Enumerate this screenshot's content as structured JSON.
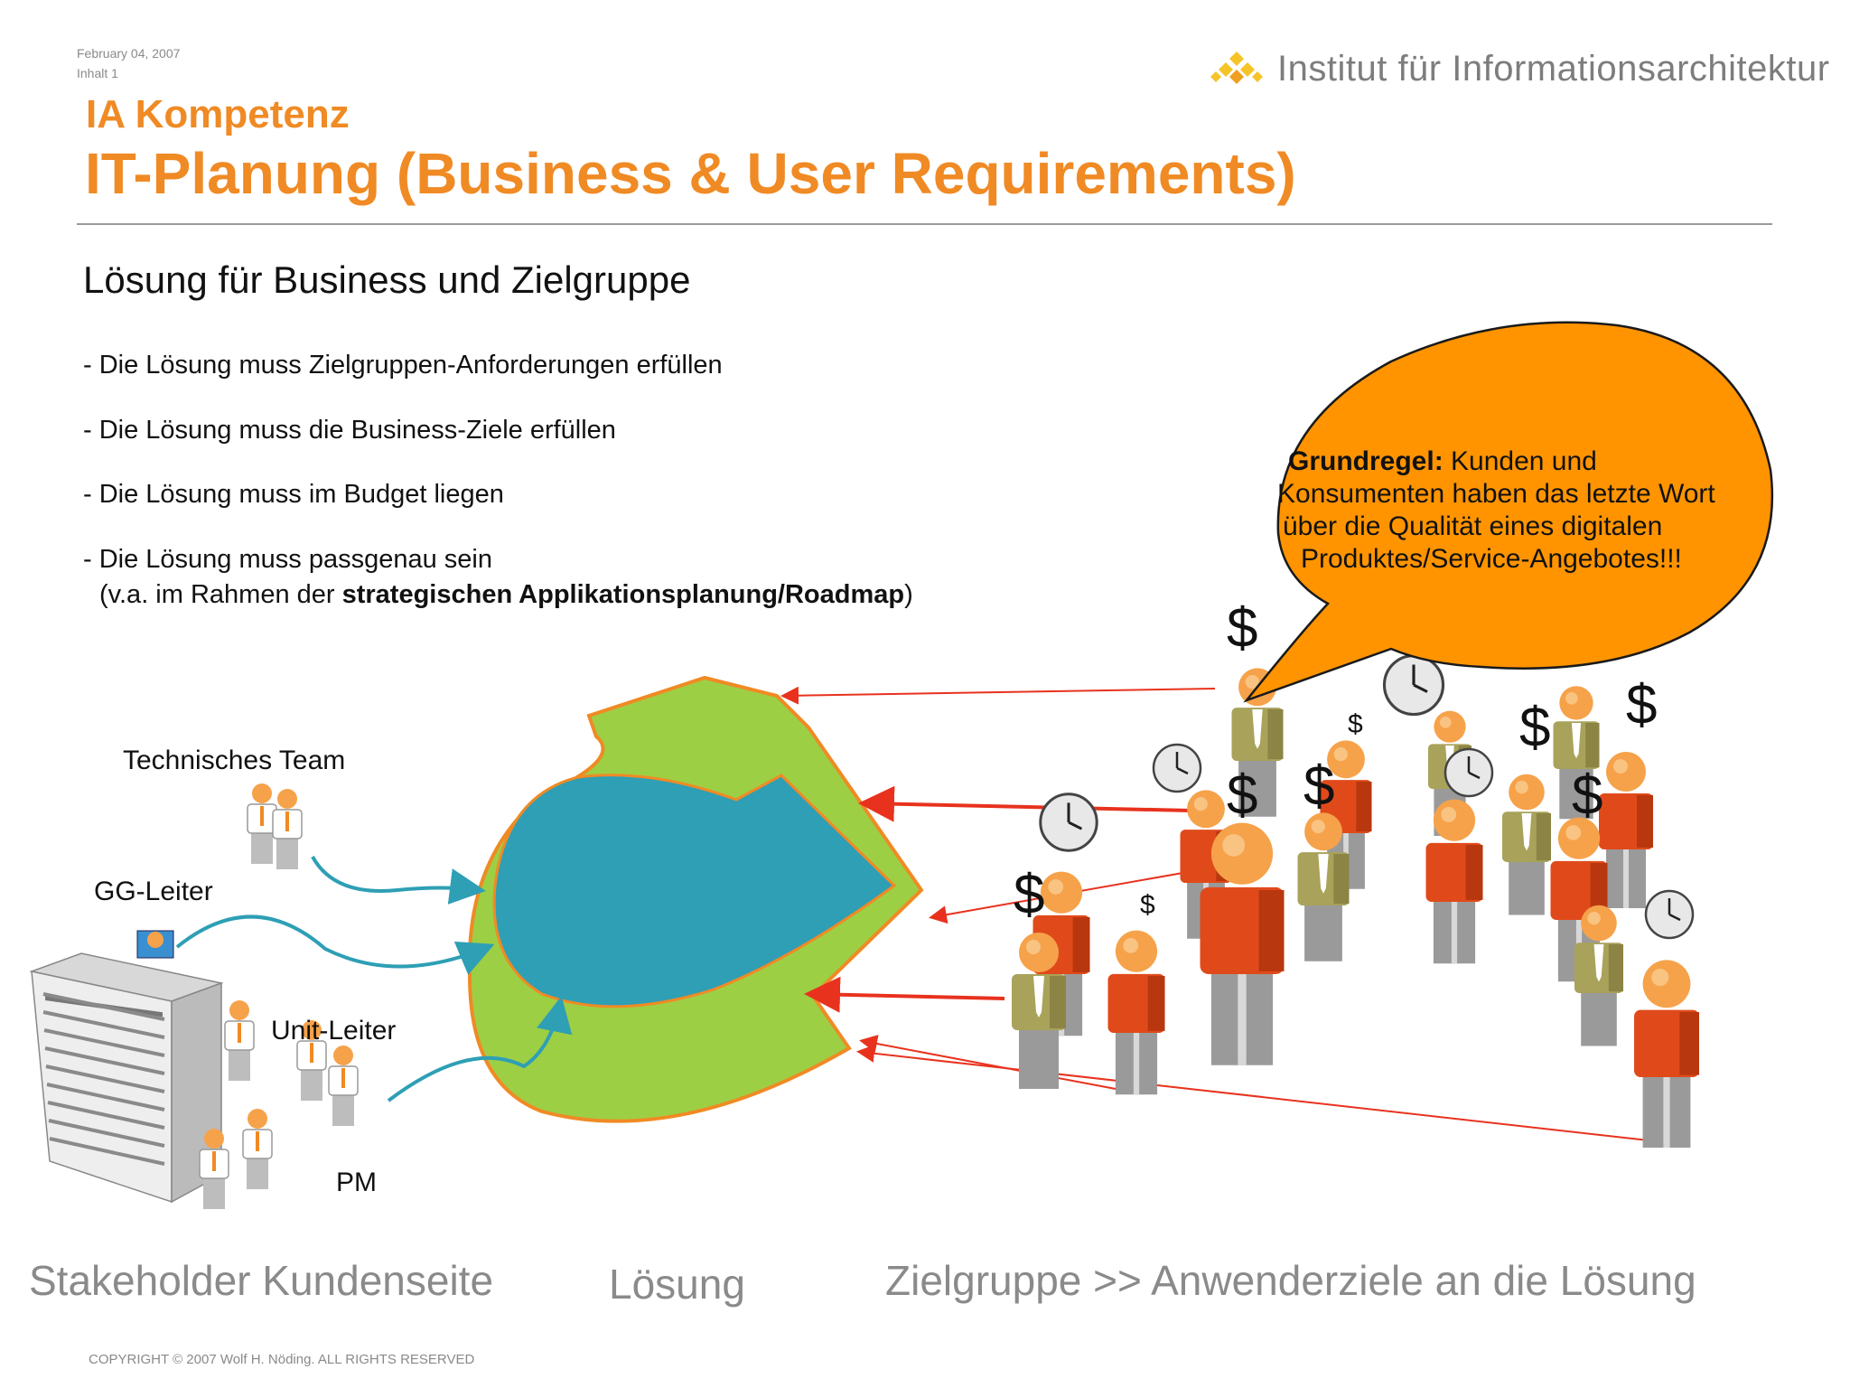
{
  "meta": {
    "date": "February 04, 2007",
    "page": "Inhalt 1"
  },
  "brand": {
    "name": "Institut für Informationsarchitektur",
    "accent": "#f08a24"
  },
  "header": {
    "kicker": "IA Kompetenz",
    "title": "IT-Planung (Business & User Requirements)"
  },
  "content": {
    "heading": "Lösung für Business und Zielgruppe",
    "bullets": [
      "- Die Lösung muss Zielgruppen-Anforderungen erfüllen",
      "- Die Lösung muss die Business-Ziele erfüllen",
      "- Die Lösung muss im Budget liegen",
      "- Die Lösung muss passgenau sein"
    ],
    "bullet4_pre": "(v.a. im Rahmen der ",
    "bullet4_bold": "strategischen Applikationsplanung/Roadmap",
    "bullet4_post": ")"
  },
  "speech_bubble": {
    "bold": "Grundregel:",
    "line1": " Kunden und",
    "line2": "Konsumenten haben das letzte Wort",
    "line3": "über die Qualität eines digitalen",
    "line4": "Produktes/Service-Angebotes!!!",
    "color": "#ff9400"
  },
  "stakeholders": {
    "technisches_team": "Technisches Team",
    "gg_leiter": "GG-Leiter",
    "unit_leiter": "Unit-Leiter",
    "pm": "PM"
  },
  "solution_colors": {
    "outer": "#9dcf45",
    "inner": "#2e9fb5",
    "border": "#f08a24"
  },
  "bottom_labels": {
    "left": "Stakeholder Kundenseite",
    "center": "Lösung",
    "right": "Zielgruppe >> Anwenderziele an die Lösung"
  },
  "footer": {
    "copyright": "COPYRIGHT © 2007 Wolf H. Nöding. ALL RIGHTS RESERVED"
  },
  "symbols": {
    "dollar": "$"
  }
}
